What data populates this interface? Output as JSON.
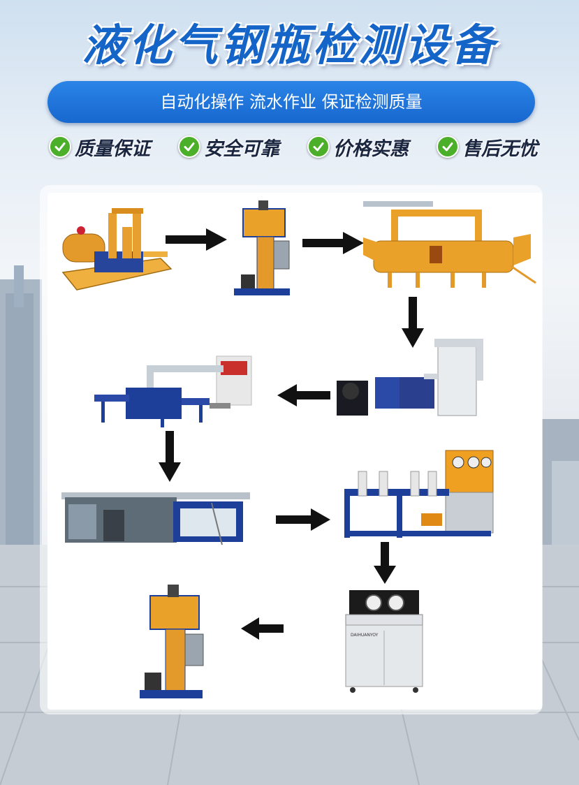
{
  "title": "液化气钢瓶检测设备",
  "banner": "自动化操作 流水作业 保证检测质量",
  "features": [
    "质量保证",
    "安全可靠",
    "价格实惠",
    "售后无忧"
  ],
  "colors": {
    "title": "#1565c9",
    "banner": "#1f74dc",
    "check": "#4caf2a",
    "machine_orange": "#e9a12a",
    "machine_blue": "#1d3f9a"
  },
  "icons": {
    "feature": "check-icon",
    "flow": "arrow-icon"
  },
  "gauge_labels": {
    "tester": "DAIHUANYOY"
  }
}
